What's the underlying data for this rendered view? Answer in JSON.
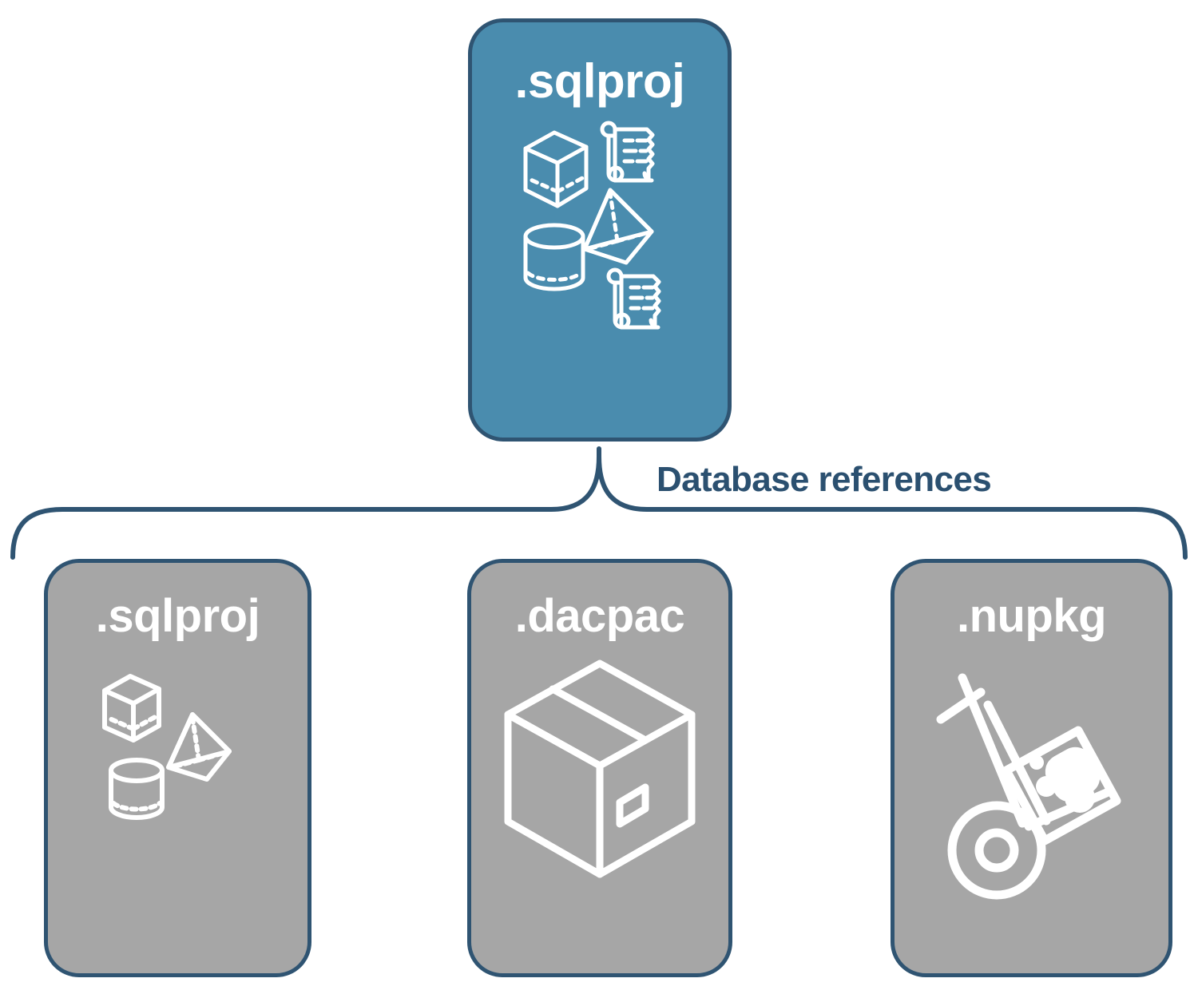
{
  "diagram": {
    "title": "Database references",
    "colors": {
      "primary_fill": "#4A8CAE",
      "secondary_fill": "#A6A6A6",
      "stroke": "#2F5472",
      "label_text": "#2B5070",
      "icon": "#FFFFFF",
      "background": "#FFFFFF"
    }
  },
  "edge": {
    "label": "Database references",
    "type": "brace",
    "from": "sqlproj-root",
    "to": [
      "sqlproj-ref",
      "dacpac-ref",
      "nupkg-ref"
    ]
  },
  "nodes": {
    "root": {
      "id": "sqlproj-root",
      "label": ".sqlproj",
      "style": "primary",
      "icons": [
        "cube-wireframe-icon",
        "scroll-icon",
        "pyramid-wireframe-icon",
        "cylinder-wireframe-icon",
        "scroll-icon"
      ]
    },
    "references": [
      {
        "id": "sqlproj-ref",
        "label": ".sqlproj",
        "style": "secondary",
        "icons": [
          "cube-wireframe-icon",
          "pyramid-wireframe-icon",
          "cylinder-wireframe-icon"
        ]
      },
      {
        "id": "dacpac-ref",
        "label": ".dacpac",
        "style": "secondary",
        "icons": [
          "package-box-icon"
        ]
      },
      {
        "id": "nupkg-ref",
        "label": ".nupkg",
        "style": "secondary",
        "icons": [
          "hand-truck-package-icon"
        ]
      }
    ]
  }
}
